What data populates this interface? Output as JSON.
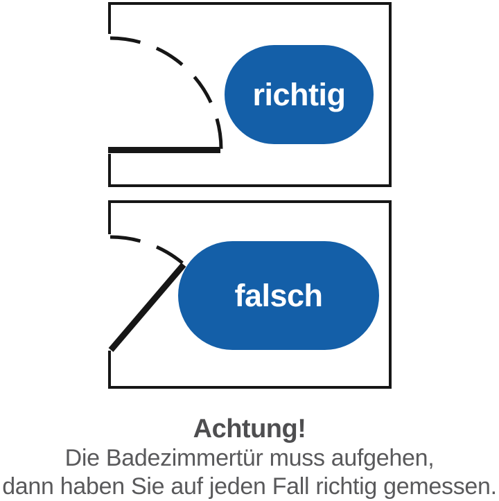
{
  "colors": {
    "badge_blue": "#145FA8",
    "line_black": "#161616",
    "heading_gray": "#4E4E50",
    "body_gray": "#59595B"
  },
  "icons": {
    "correct_panel": "door-swing-open-icon",
    "wrong_panel": "door-swing-blocked-icon"
  },
  "panels": [
    {
      "label": "richtig"
    },
    {
      "label": "falsch"
    }
  ],
  "caption": {
    "heading": "Achtung!",
    "line1": "Die Badezimmertür muss aufgehen,",
    "line2": "dann haben Sie auf jeden Fall richtig gemessen."
  }
}
